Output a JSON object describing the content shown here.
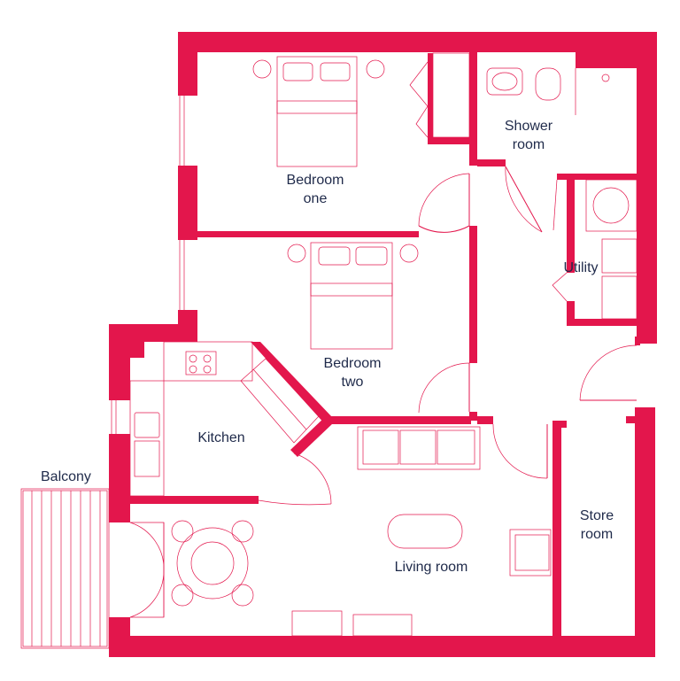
{
  "colors": {
    "wall": "#e3164c",
    "text": "#1f2a4a",
    "background": "#ffffff"
  },
  "rooms": {
    "bedroom_one": {
      "line1": "Bedroom",
      "line2": "one"
    },
    "shower_room": {
      "line1": "Shower",
      "line2": "room"
    },
    "utility": {
      "label": "Utility"
    },
    "bedroom_two": {
      "line1": "Bedroom",
      "line2": "two"
    },
    "kitchen": {
      "label": "Kitchen"
    },
    "balcony": {
      "label": "Balcony"
    },
    "living_room": {
      "label": "Living room"
    },
    "store_room": {
      "line1": "Store",
      "line2": "room"
    }
  }
}
